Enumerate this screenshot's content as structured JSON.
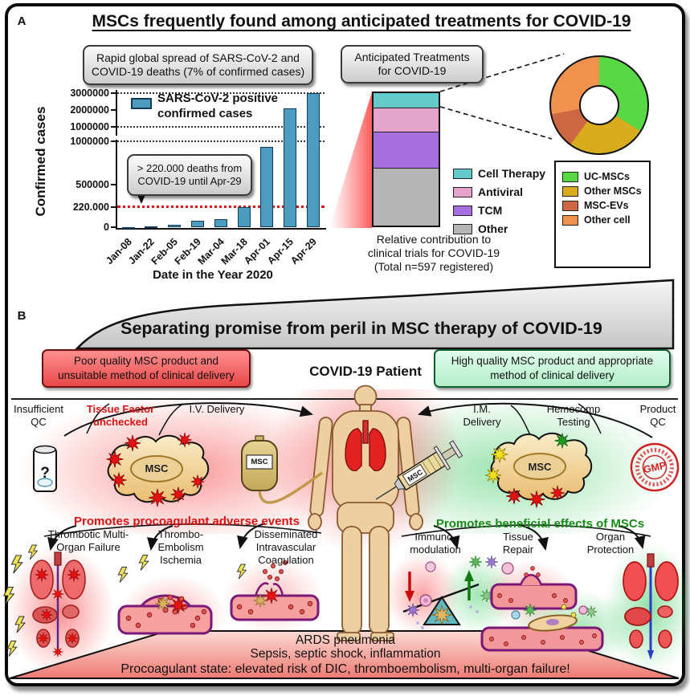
{
  "figure": {
    "panel_a_label": "A",
    "panel_b_label": "B"
  },
  "panelA": {
    "title": "MSCs frequently found among anticipated treatments for COVID-19",
    "spread_box": "Rapid global spread of SARS-CoV-2 and COVID-19 deaths (7% of confirmed cases)",
    "treatments_box": "Anticipated Treatments for COVID-19"
  },
  "chart_data": [
    {
      "type": "bar",
      "title": "SARS-CoV-2 positive confirmed cases",
      "legend_line1": "SARS-CoV-2 positive",
      "legend_line2": "confirmed cases",
      "categories": [
        "Jan-08",
        "Jan-22",
        "Feb-05",
        "Feb-19",
        "Mar-04",
        "Mar-18",
        "Apr-01",
        "Apr-15",
        "Apr-29"
      ],
      "values": [
        800,
        5000,
        28000,
        75000,
        93000,
        230000,
        930000,
        2100000,
        3000000
      ],
      "xlabel": "Date in the Year 2020",
      "ylabel": "Confirmed cases",
      "axis_break": true,
      "yticks_upper_labels": [
        "3000000",
        "2000000",
        "1000000"
      ],
      "yticks_lower_labels": [
        "1000000",
        "500000",
        "220.000",
        "0"
      ],
      "ylim_lower": [
        0,
        1000000
      ],
      "ylim_upper": [
        1000000,
        3400000
      ],
      "reference_line": {
        "value": 220000,
        "label": "220.000",
        "color": "#dd1111"
      },
      "annotation": "> 220.000 deaths from COVID-19 until Apr-29",
      "grid": "dotted horizontal at 1000000 and 3000000"
    },
    {
      "type": "bar",
      "subtype": "stacked-single-column",
      "caption": "Relative contribution to clinical trials for COVID-19 (Total n=597 registered)",
      "caption_line1": "Relative contribution to",
      "caption_line2": "clinical trials for COVID-19",
      "caption_line3": "(Total n=597 registered)",
      "total_n": 597,
      "segments": [
        {
          "label": "Cell Therapy",
          "color": "#63c9c9",
          "percent": 11
        },
        {
          "label": "Antiviral",
          "color": "#e4a3cb",
          "percent": 18
        },
        {
          "label": "TCM",
          "color": "#a76ee0",
          "percent": 27
        },
        {
          "label": "Other",
          "color": "#b5b5b5",
          "percent": 44
        }
      ]
    },
    {
      "type": "pie",
      "donut": true,
      "start_angle": "top",
      "slices": [
        {
          "label": "UC-MSCs",
          "color": "#57d944",
          "percent": 34
        },
        {
          "label": "Other MSCs",
          "color": "#d9ac1e",
          "percent": 26
        },
        {
          "label": "MSC-EVs",
          "color": "#cd6743",
          "percent": 12
        },
        {
          "label": "Other cell",
          "color": "#f0914e",
          "percent": 28
        }
      ]
    }
  ],
  "panelB": {
    "title": "Separating promise from peril in MSC therapy of COVID-19",
    "poor_box": "Poor quality MSC product and unsuitable method of clinical delivery",
    "good_box": "High quality MSC product and appropriate method of clinical delivery",
    "patient_label": "COVID-19 Patient",
    "left_route": [
      "Insufficient QC",
      "Tissue Factor unchecked",
      "I.V. Delivery"
    ],
    "right_route": [
      "I.M. Delivery",
      "Hemocomp Testing",
      "Product QC"
    ],
    "adverse_heading": "Promotes procoagulant adverse events",
    "beneficial_heading": "Promotes beneficial effects of MSCs",
    "left_outcomes": [
      "Thrombotic Multi-Organ Failure",
      "Thrombo-Embolism Ischemia",
      "Disseminated Intravascular Coagulation"
    ],
    "right_outcomes": [
      "Immuno-modulation",
      "Tissue Repair",
      "Organ Protection"
    ],
    "msc_label": "MSC",
    "vial_label": "?",
    "gmp_label": "GMP",
    "bottom_lines": [
      "ARDS pneumonia",
      "Sepsis, septic shock, inflammation",
      "Procoagulant state: elevated risk of DIC, thromboembolism, multi-organ failure!"
    ]
  },
  "colors": {
    "bar_fill": "#4b9cbe",
    "reference_red": "#dd1111",
    "adverse_red": "#dd1111",
    "beneficial_green": "#178a17"
  }
}
